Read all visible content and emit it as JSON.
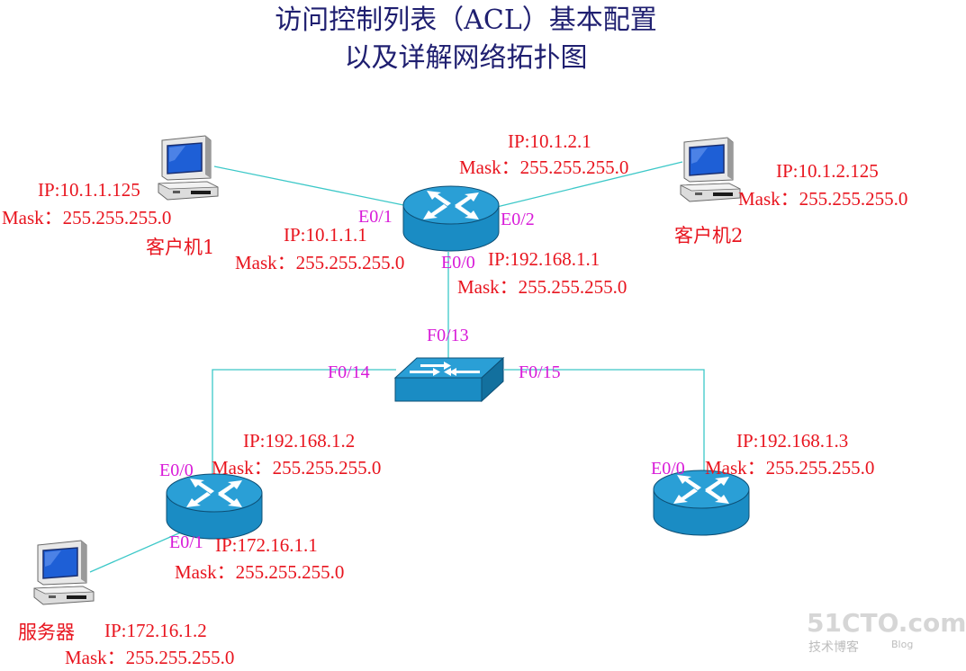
{
  "title": {
    "line1": "访问控制列表（ACL）基本配置",
    "line2": "以及详解网络拓扑图"
  },
  "client1": {
    "name": "客户机1",
    "ip": "IP:10.1.1.125",
    "mask": "Mask：255.255.255.0"
  },
  "client2": {
    "name": "客户机2",
    "ip": "IP:10.1.2.125",
    "mask": "Mask：255.255.255.0"
  },
  "router1": {
    "e0_1_port": "E0/1",
    "e0_1_ip": "IP:10.1.1.1",
    "e0_1_mask": "Mask：255.255.255.0",
    "e0_2_port": "E0/2",
    "e0_2_ip": "IP:10.1.2.1",
    "e0_2_mask": "Mask：255.255.255.0",
    "e0_0_port": "E0/0",
    "e0_0_ip": "IP:192.168.1.1",
    "e0_0_mask": "Mask：255.255.255.0"
  },
  "switch": {
    "f0_13": "F0/13",
    "f0_14": "F0/14",
    "f0_15": "F0/15"
  },
  "router2": {
    "e0_0_port": "E0/0",
    "e0_0_ip": "IP:192.168.1.2",
    "e0_0_mask": "Mask：255.255.255.0",
    "e0_1_port": "E0/1",
    "e0_1_ip": "IP:172.16.1.1",
    "e0_1_mask": "Mask：255.255.255.0"
  },
  "router3": {
    "e0_0_port": "E0/0",
    "e0_0_ip": "IP:192.168.1.3",
    "e0_0_mask": "Mask：255.255.255.0"
  },
  "server": {
    "name": "服务器",
    "ip": "IP:172.16.1.2",
    "mask": "Mask：255.255.255.0"
  },
  "watermark": {
    "line1": "51CTO.com",
    "line2": "技术博客",
    "line3": "Blog"
  },
  "colors": {
    "link": "#3cc8c8",
    "label": "#e8141e",
    "port": "#d81ad8",
    "device_body": "#1c8fc4",
    "title": "#1f1f70"
  }
}
